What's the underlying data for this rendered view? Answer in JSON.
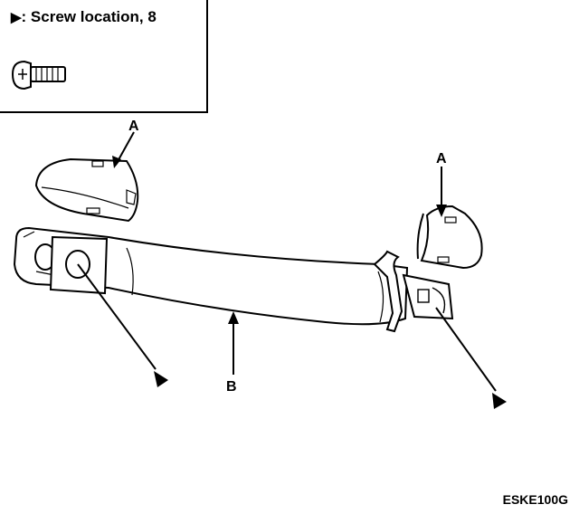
{
  "legend": {
    "marker": "▶",
    "text": ": Screw location, 8"
  },
  "labels": {
    "a_left": "A",
    "a_right": "A",
    "b": "B"
  },
  "figure_code": "ESKE100G"
}
